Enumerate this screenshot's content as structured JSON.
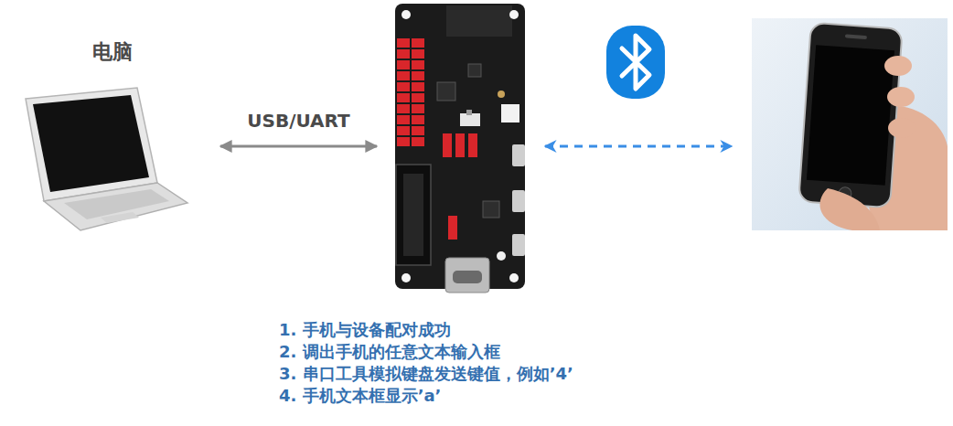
{
  "diagram": {
    "nodes": [
      {
        "text": [
          "电脑"
        ]
      },
      {
        "text": []
      },
      {
        "text": []
      }
    ],
    "edges": [
      {
        "from": 0,
        "to": 1,
        "arrow": "both",
        "label": "USB/UART"
      },
      {
        "from": 1,
        "to": 2,
        "arrow": "both"
      }
    ],
    "labels": [
      "1. 手机与设备配对成功",
      "2. 调出手机的任意文本输入框",
      "3. 串口工具模拟键盘发送键值，例如’4’",
      "4. 手机文本框显示’a’"
    ]
  }
}
